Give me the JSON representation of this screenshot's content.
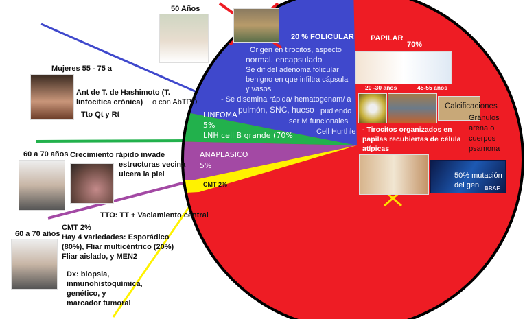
{
  "colors": {
    "papilar": "#ee1c24",
    "folicular": "#3f48cc",
    "linfoma": "#22b14c",
    "anaplasico": "#a349a4",
    "cmt": "#fff200"
  },
  "top_age": "50 Años",
  "folicular": {
    "title": "20 % FOLICULAR",
    "lines": [
      "Origen en tirocitos, aspecto",
      "normal. encapsulado",
      "Se dif del adenoma folicular",
      "benigno en que infiltra cápsula",
      "y vasos",
      "- Se disemina rápida/ hematogenam/ a",
      "pulmón, SNC, hueso",
      "pudiendo",
      "ser M funcionales",
      "Cell Hurthle"
    ]
  },
  "papilar": {
    "title": "PAPILAR",
    "percent": "70%",
    "age1": "20 -30 años",
    "age2": "45-55 años",
    "calc": "Calcificaciones",
    "granulos": "Gránulos arena o cuerpos psamona",
    "desc": "- Tirocitos organizados en papilas recubiertas de célula atípicas",
    "braf": "50% mutación del gen",
    "braf_logo": "BRAF"
  },
  "linfoma": {
    "title": "LINFOMA",
    "percent": "5%",
    "desc": "LNH cell B grande (70%"
  },
  "anaplasico": {
    "title": "ANAPLASICO",
    "percent": "5%"
  },
  "cmt_label": "CMT 2%",
  "hashimoto": {
    "age": "Mujeres 55 - 75 a",
    "ant": "Ant de T. de Hashimoto (T. linfocítica crónica)",
    "ant2": "o con AbTPO",
    "tto": "Tto Qt y Rt"
  },
  "anap_side": {
    "age": "60 a 70 años",
    "desc1": "Crecimiento rápido invade",
    "desc2": "estructuras vecina",
    "desc3": "ulcera la piel",
    "tto": "TTO: TT + Vaciamiento central"
  },
  "cmt_side": {
    "age": "60 a 70 años",
    "title": "CMT 2%",
    "l1": "Hay 4 variedades: Esporádico",
    "l2": "(80%), Fliar  multicéntrico (20%)",
    "l3": "Fliar aislado, y MEN2",
    "dx": "Dx: biopsia, inmunohistoquímica, genético, y marcador tumoral"
  }
}
